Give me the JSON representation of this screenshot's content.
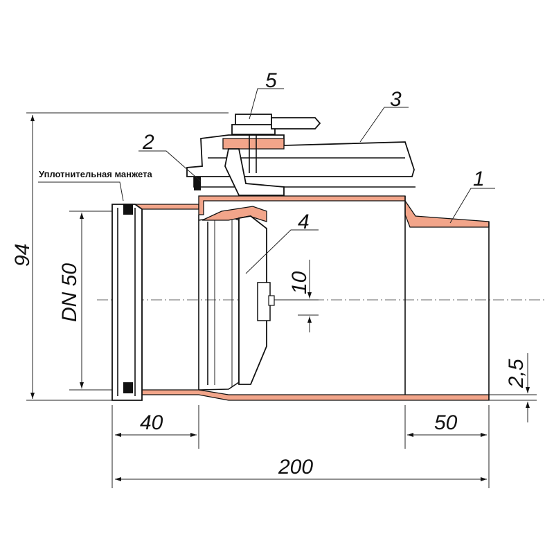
{
  "title": "Уплотнительная манжета",
  "dimensions": {
    "height": "94",
    "diameter": "DN 50",
    "socket_length": "40",
    "spigot_length": "50",
    "total_length": "200",
    "offset": "10",
    "wall": "2,5"
  },
  "callouts": [
    "1",
    "2",
    "3",
    "4",
    "5"
  ],
  "colors": {
    "wall_hatch": "#f2a58a",
    "line": "#111111"
  }
}
